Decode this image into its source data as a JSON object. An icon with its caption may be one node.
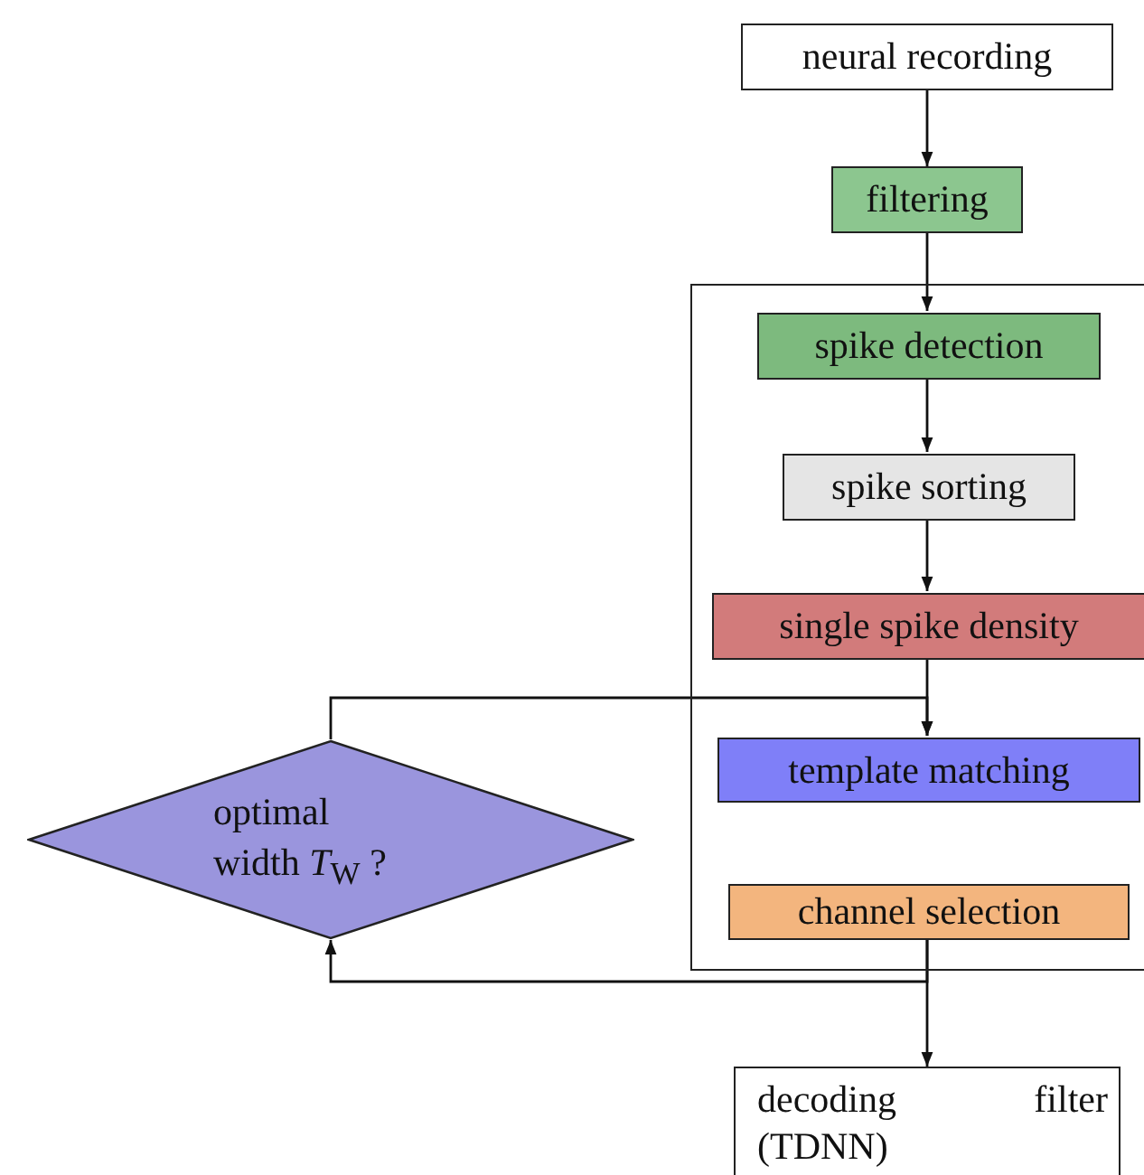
{
  "diagram": {
    "nodes": [
      {
        "text": [
          "neural recording"
        ]
      },
      {
        "text": [
          "filtering"
        ]
      },
      {
        "text": [],
        "shape": "box"
      },
      {
        "text": [
          "spike detection"
        ],
        "in": 2
      },
      {
        "text": [
          "spike sorting"
        ],
        "in": 2
      },
      {
        "text": [
          "single spike density"
        ],
        "in": 2
      },
      {
        "text": [
          "template matching"
        ],
        "in": 2
      },
      {
        "text": [
          "channel selection"
        ],
        "in": 2
      },
      {
        "text": [
          "optimal width *T*$_{W}$ ?"
        ]
      },
      {
        "text": [
          "decoding filter (TDNN)"
        ]
      }
    ],
    "edges": [
      {
        "from": 0,
        "to": 1,
        "arrow": "to"
      },
      {
        "from": 1,
        "to": 3,
        "arrow": "to"
      },
      {
        "from": 3,
        "to": 4,
        "arrow": "to"
      },
      {
        "from": 4,
        "to": 5,
        "arrow": "to"
      },
      {
        "from": 5,
        "to": 6,
        "arrow": "to"
      },
      {
        "from": 8,
        "to": 6,
        "arrow": "to"
      },
      {
        "from": 7,
        "to": 9,
        "arrow": "to"
      },
      {
        "from": 7,
        "to": 8,
        "arrow": "to"
      }
    ]
  }
}
